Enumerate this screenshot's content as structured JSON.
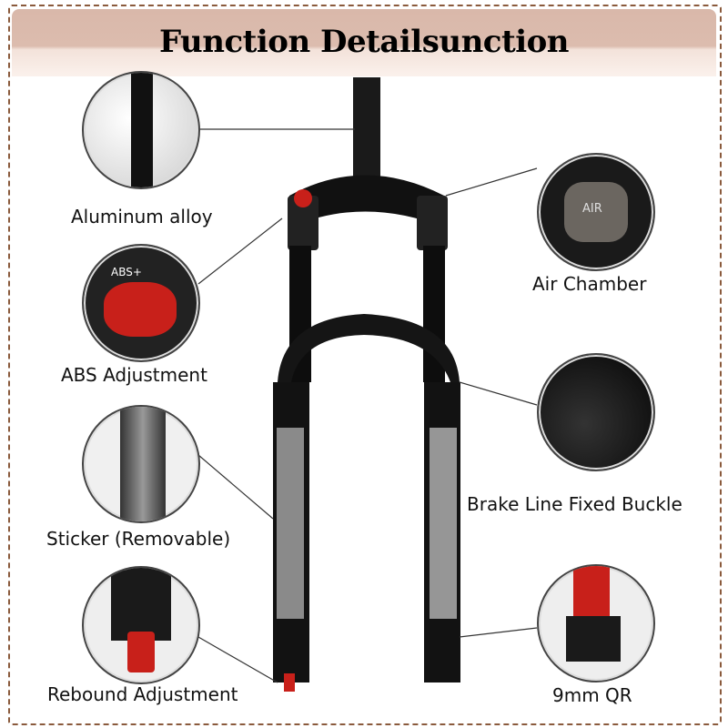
{
  "title": "Function Detailsunction",
  "features": {
    "aluminum": "Aluminum alloy",
    "abs": "ABS Adjustment",
    "sticker": "Sticker (Removable)",
    "rebound": "Rebound Adjustment",
    "air": "Air Chamber",
    "brake": "Brake Line Fixed Buckle",
    "qr": "9mm QR"
  },
  "insets": {
    "abs_text": "ABS+",
    "air_text": "AIR"
  },
  "colors": {
    "accent_red": "#c8201a",
    "border": "#8a5a3c",
    "banner": "#dcbcae"
  }
}
